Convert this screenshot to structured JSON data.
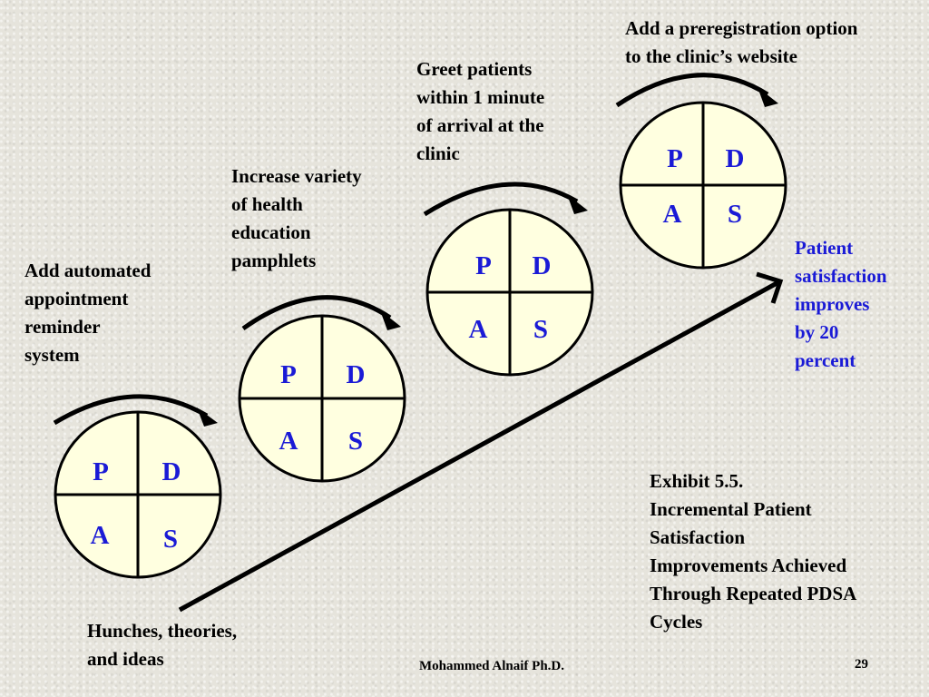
{
  "diagram": {
    "cycles": [
      {
        "p": "P",
        "d": "D",
        "a": "A",
        "s": "S",
        "change": "Add automated\nappointment\nreminder\nsystem"
      },
      {
        "p": "P",
        "d": "D",
        "a": "A",
        "s": "S",
        "change": "Increase variety\nof health\neducation\npamphlets"
      },
      {
        "p": "P",
        "d": "D",
        "a": "A",
        "s": "S",
        "change": "Greet patients\nwithin 1 minute\nof arrival at the\nclinic"
      },
      {
        "p": "P",
        "d": "D",
        "a": "A",
        "s": "S",
        "change": "Add a preregistration option\nto the clinic’s website"
      }
    ],
    "start_label": "Hunches, theories,\nand ideas",
    "outcome_label": "Patient\nsatisfaction\nimproves\nby 20\npercent",
    "exhibit_caption": "Exhibit 5.5.\nIncremental Patient\nSatisfaction\nImprovements Achieved\nThrough Repeated PDSA\nCycles",
    "colors": {
      "letters": "#1a1ad6",
      "outcome": "#1a1ad6",
      "circle_fill": "#ffffe0",
      "ink": "#000000"
    }
  },
  "footer": {
    "author": "Mohammed Alnaif Ph.D.",
    "page_number": "29"
  }
}
